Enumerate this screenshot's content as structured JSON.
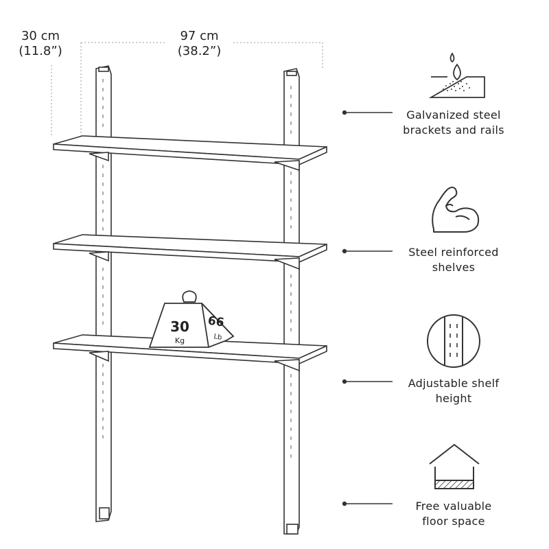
{
  "dimensions": {
    "depth_cm": "30 cm",
    "depth_in": "(11.8”)",
    "width_cm": "97 cm",
    "width_in": "(38.2”)"
  },
  "weight": {
    "kg_value": "30",
    "kg_unit": "Kg",
    "lb_value": "66",
    "lb_unit": "Lb"
  },
  "features": [
    {
      "icon": "water-drop-icon",
      "line1": "Galvanized steel",
      "line2": "brackets and rails"
    },
    {
      "icon": "muscle-arm-icon",
      "line1": "Steel reinforced",
      "line2": "shelves"
    },
    {
      "icon": "rail-slots-icon",
      "line1": "Adjustable shelf",
      "line2": "height"
    },
    {
      "icon": "house-icon",
      "line1": "Free valuable",
      "line2": "floor space"
    }
  ],
  "colors": {
    "stroke": "#333333",
    "shelf": "#ffffff"
  }
}
